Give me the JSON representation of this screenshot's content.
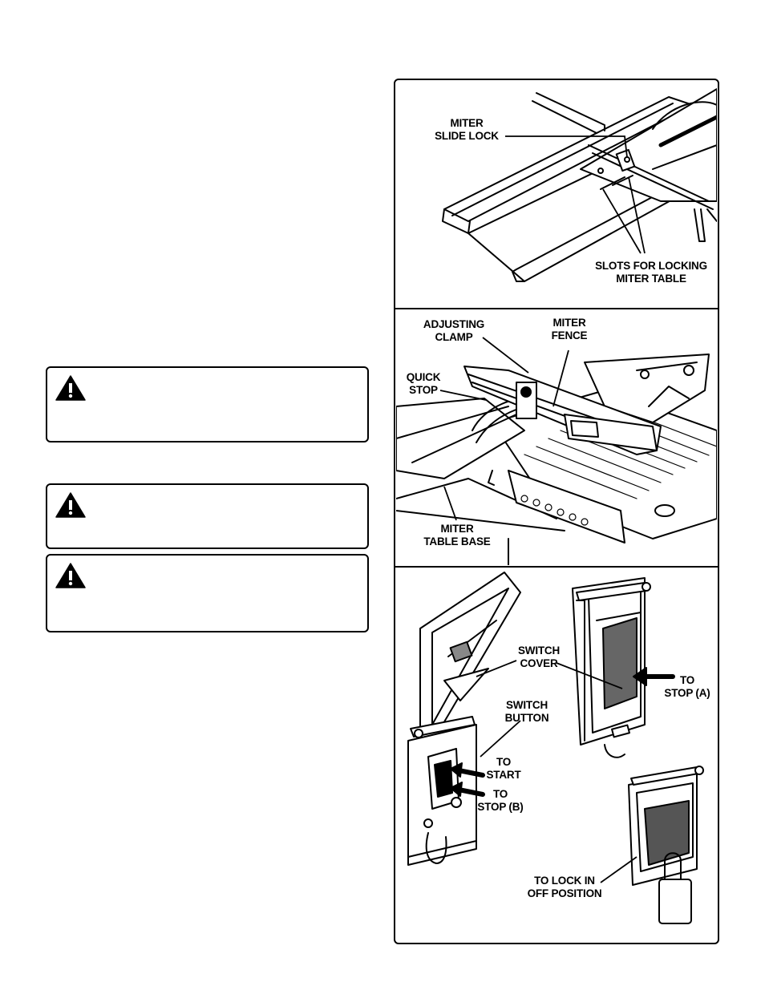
{
  "warnings": [
    {
      "icon": "warning-triangle-icon"
    },
    {
      "icon": "warning-triangle-icon"
    },
    {
      "icon": "warning-triangle-icon"
    }
  ],
  "figure1": {
    "label_miter_slide_lock": "MITER\nSLIDE LOCK",
    "label_slots": "SLOTS FOR LOCKING\nMITER TABLE"
  },
  "figure2": {
    "label_adjusting_clamp": "ADJUSTING\nCLAMP",
    "label_miter_fence": "MITER\nFENCE",
    "label_quick_stop": "QUICK\nSTOP",
    "label_miter_table_base": "MITER\nTABLE BASE"
  },
  "figure3": {
    "label_switch_cover": "SWITCH\nCOVER",
    "label_switch_button": "SWITCH\nBUTTON",
    "label_to_start": "TO\nSTART",
    "label_to_stop_b": "TO\nSTOP (B)",
    "label_to_stop_a": "TO\nSTOP (A)",
    "label_to_lock": "TO LOCK IN\nOFF POSITION"
  }
}
